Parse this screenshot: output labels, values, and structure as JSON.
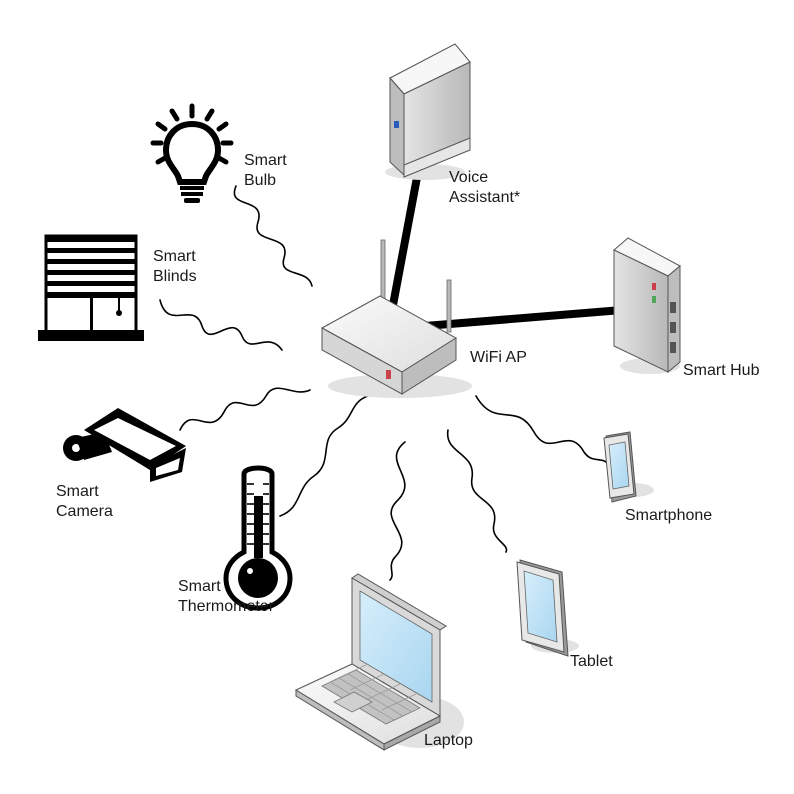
{
  "nodes": {
    "voice_assistant": {
      "line1": "Voice",
      "line2": "Assistant*"
    },
    "smart_bulb": {
      "line1": "Smart",
      "line2": "Bulb"
    },
    "smart_blinds": {
      "line1": "Smart",
      "line2": "Blinds"
    },
    "wifi_ap": {
      "label": "WiFi AP"
    },
    "smart_hub": {
      "label": "Smart Hub"
    },
    "smart_camera": {
      "line1": "Smart",
      "line2": "Camera"
    },
    "smartphone": {
      "label": "Smartphone"
    },
    "smart_thermometer": {
      "line1": "Smart",
      "line2": "Thermometer"
    },
    "tablet": {
      "label": "Tablet"
    },
    "laptop": {
      "label": "Laptop"
    }
  },
  "links": [
    {
      "from": "WiFi AP",
      "to": "Voice Assistant*",
      "kind": "wired"
    },
    {
      "from": "WiFi AP",
      "to": "Smart Hub",
      "kind": "wired"
    },
    {
      "from": "WiFi AP",
      "to": "Smart Bulb",
      "kind": "wireless"
    },
    {
      "from": "WiFi AP",
      "to": "Smart Blinds",
      "kind": "wireless"
    },
    {
      "from": "WiFi AP",
      "to": "Smart Camera",
      "kind": "wireless"
    },
    {
      "from": "WiFi AP",
      "to": "Smart Thermometer",
      "kind": "wireless"
    },
    {
      "from": "WiFi AP",
      "to": "Laptop",
      "kind": "wireless"
    },
    {
      "from": "WiFi AP",
      "to": "Tablet",
      "kind": "wireless"
    },
    {
      "from": "WiFi AP",
      "to": "Smartphone",
      "kind": "wireless"
    }
  ],
  "colors": {
    "device_top": "#f4f4f4",
    "device_side": "#cfcfcf",
    "device_front": "#b9b9b9",
    "screen": "#bfe3f7",
    "shadow": "#dcdcdc",
    "line": "#000000",
    "led_blue": "#2b5db8",
    "led_red": "#c9424a",
    "led_green": "#4fa55a"
  }
}
